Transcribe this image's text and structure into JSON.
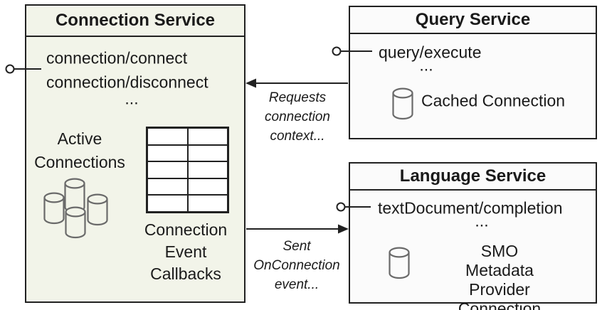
{
  "connection_service": {
    "title": "Connection Service",
    "methods": [
      "connection/connect",
      "connection/disconnect",
      "..."
    ],
    "active_connections": [
      "Active",
      "Connections"
    ],
    "callbacks": [
      "Connection",
      "Event",
      "Callbacks"
    ],
    "callback_table": {
      "rows": 5,
      "cols": 2
    }
  },
  "query_service": {
    "title": "Query Service",
    "methods": [
      "query/execute",
      "..."
    ],
    "cache_label": "Cached Connection"
  },
  "language_service": {
    "title": "Language Service",
    "methods": [
      "textDocument/completion",
      "..."
    ],
    "smo_label": [
      "SMO Metadata",
      "Provider Connection"
    ]
  },
  "annotations": {
    "requests": [
      "Requests",
      "connection",
      "context..."
    ],
    "sent": [
      "Sent",
      "OnConnection",
      "event..."
    ]
  },
  "icons": {
    "active_connections": "database-cluster",
    "cached_connection": "database-cylinder",
    "smo_provider": "database-cylinder",
    "interface_ports": "lollipop-connector"
  },
  "colors": {
    "connection_fill": "#f2f4e9",
    "service_fill": "#fbfbfb",
    "border": "#212121",
    "text": "#1a1a1a",
    "cylinder": "#6a6a6a"
  }
}
